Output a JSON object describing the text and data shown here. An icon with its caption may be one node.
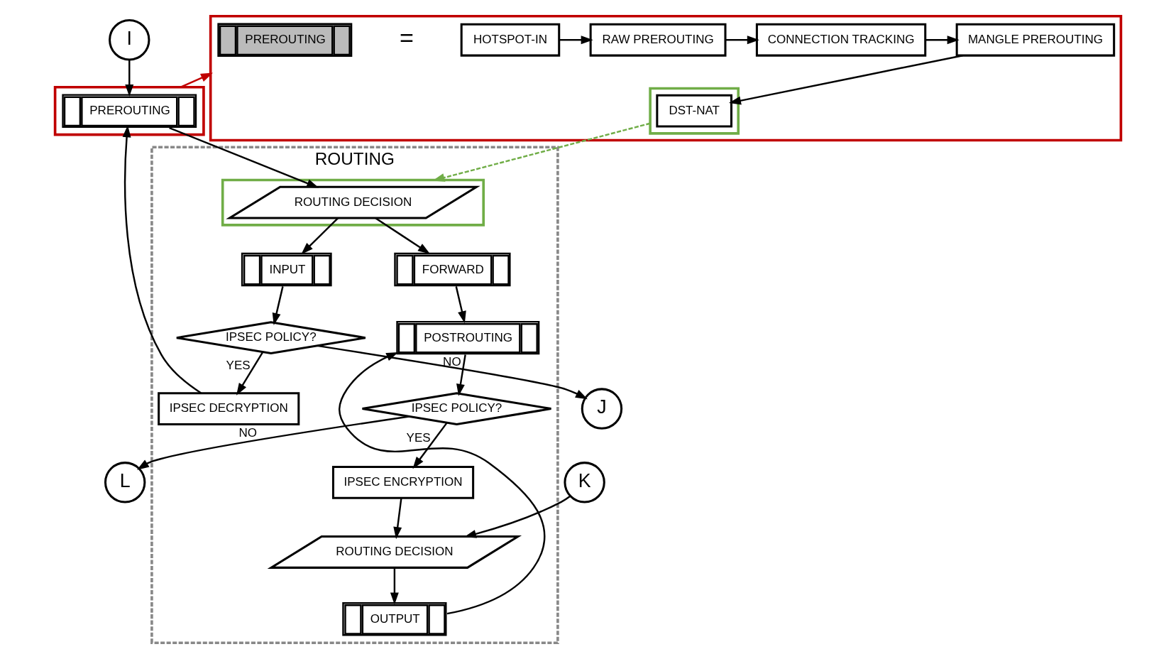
{
  "diagram": {
    "nodes": [
      {
        "text": [
          "I"
        ]
      },
      {
        "text": [
          "J"
        ]
      },
      {
        "text": [
          "ROUTING"
        ]
      },
      {
        "text": [],
        "shape": "box"
      },
      {
        "text": [
          "PREROUTING"
        ],
        "in": 3
      },
      {
        "text": [
          "IPSEC DECRYPTION"
        ],
        "in": 2
      },
      {
        "text": [
          "IPSEC POLICY?"
        ],
        "in": 2
      },
      {
        "text": [],
        "shape": "box",
        "in": 2
      },
      {
        "text": [
          "ROUTING DECISION"
        ],
        "in": 7
      },
      {
        "text": [
          "FORWARD"
        ],
        "in": 2
      },
      {
        "text": [
          "INPUT"
        ],
        "in": 2
      },
      {
        "text": [
          "POSTROUTING"
        ],
        "in": 2
      },
      {
        "text": [
          "OUTPUT"
        ],
        "in": 2
      },
      {
        "text": [
          "IPSEC POLICY?"
        ],
        "in": 2
      },
      {
        "text": [
          "IPSEC ENCRYPTION"
        ],
        "in": 2
      },
      {
        "text": [
          "ROUTING DECISION"
        ],
        "in": 2
      },
      {
        "text": [
          "L"
        ]
      },
      {
        "text": [
          "K"
        ]
      },
      {
        "text": [],
        "shape": "box"
      },
      {
        "text": [
          "PREROUTING"
        ],
        "in": 18
      },
      {
        "text": [
          "HOTSPOT-IN"
        ],
        "in": 18
      },
      {
        "text": [
          "RAW PREROUTING"
        ],
        "in": 18
      },
      {
        "text": [
          "CONNECTION TRACKING"
        ],
        "in": 18
      },
      {
        "text": [
          "MANGLE PREROUTING"
        ],
        "in": 18
      },
      {
        "text": [],
        "shape": "box",
        "in": 18
      },
      {
        "text": [
          "DST-NAT"
        ],
        "in": 24
      }
    ],
    "edges": [
      {
        "from": 0,
        "to": 4,
        "arrow": "to"
      },
      {
        "from": 6,
        "to": 1,
        "arrow": "to",
        "label": "NO"
      },
      {
        "from": 6,
        "to": 5,
        "arrow": "to",
        "label": "YES"
      },
      {
        "from": 5,
        "to": 4,
        "arrow": "to"
      },
      {
        "from": 4,
        "to": 8,
        "arrow": "to"
      },
      {
        "from": 8,
        "to": 9,
        "arrow": "to"
      },
      {
        "from": 8,
        "to": 10,
        "arrow": "to"
      },
      {
        "from": 10,
        "to": 6,
        "arrow": "to"
      },
      {
        "from": 9,
        "to": 11,
        "arrow": "to"
      },
      {
        "from": 12,
        "to": 11,
        "arrow": "to"
      },
      {
        "from": 11,
        "to": 13,
        "arrow": "to"
      },
      {
        "from": 13,
        "to": 14,
        "arrow": "to",
        "label": "YES"
      },
      {
        "from": 13,
        "to": 16,
        "arrow": "to",
        "label": "NO"
      },
      {
        "from": 14,
        "to": 15,
        "arrow": "to"
      },
      {
        "from": 15,
        "to": 12,
        "arrow": "to"
      },
      {
        "from": 17,
        "to": 15,
        "arrow": "to"
      },
      {
        "from": 3,
        "to": 18,
        "arrow": "to",
        "color": "#c00000"
      },
      {
        "from": 24,
        "to": 7,
        "arrow": "to",
        "style": "dashed",
        "color": "#70ad47"
      },
      {
        "from": 20,
        "to": 21,
        "arrow": "to"
      },
      {
        "from": 21,
        "to": 22,
        "arrow": "to"
      },
      {
        "from": 22,
        "to": 23,
        "arrow": "to"
      },
      {
        "from": 23,
        "to": 25,
        "arrow": "to"
      }
    ],
    "labels": [
      "="
    ]
  }
}
